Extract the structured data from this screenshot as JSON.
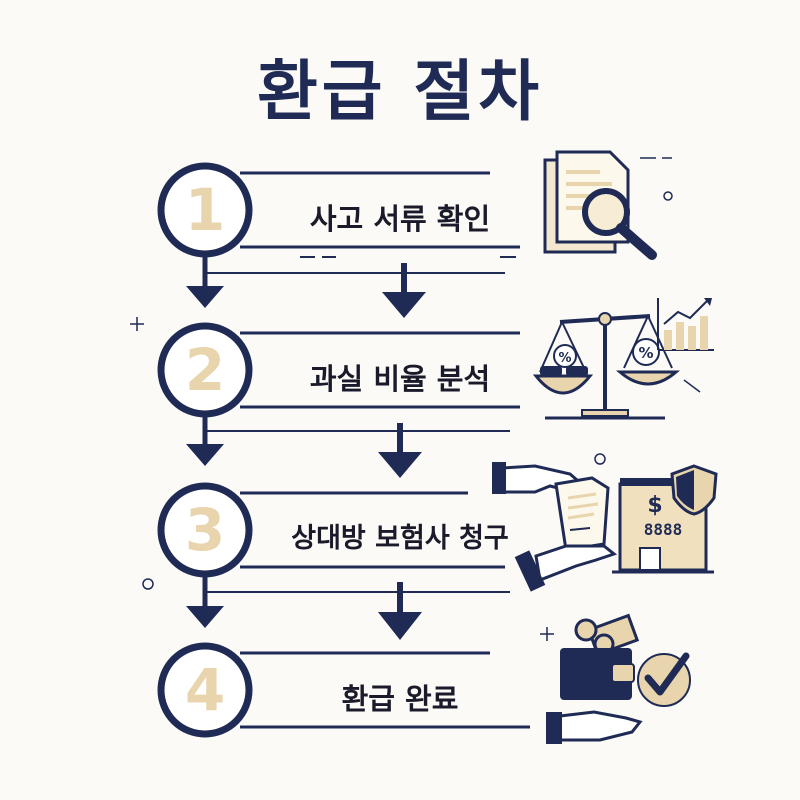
{
  "title": "환급 절차",
  "steps": [
    {
      "number": "1",
      "label": "사고 서류 확인",
      "icon": "document-search-icon"
    },
    {
      "number": "2",
      "label": "과실 비율 분석",
      "icon": "balance-scale-icon"
    },
    {
      "number": "3",
      "label": "상대방 보험사 청구",
      "icon": "insurance-claim-icon"
    },
    {
      "number": "4",
      "label": "환급 완료",
      "icon": "wallet-check-icon"
    }
  ],
  "icon_text": {
    "percent": "%",
    "dollar": "$",
    "windows": "8888"
  },
  "colors": {
    "navy": "#1f2b55",
    "beige": "#e8d5ad",
    "background": "#fbfaf6"
  }
}
